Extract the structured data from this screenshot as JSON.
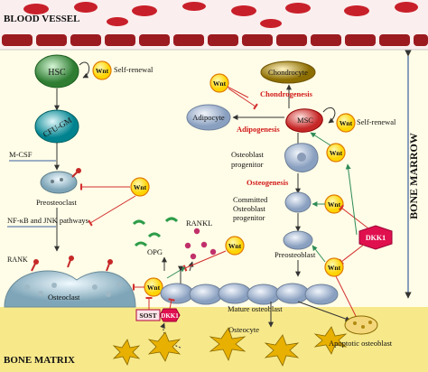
{
  "regions": {
    "blood_vessel": "BLOOD VESSEL",
    "bone_marrow": "BONE MARROW",
    "bone_matrix": "BONE MATRIX"
  },
  "cells": {
    "hsc": "HSC",
    "cfu_gm": "CFU-GM",
    "preosteoclast": "Preosteoclast",
    "osteoclast": "Osteoclast",
    "chondrocyte": "Chondrocyte",
    "adipocyte": "Adipocyte",
    "msc": "MSC",
    "osteoblast_progenitor": [
      "Osteoblast",
      "progenitor"
    ],
    "committed_progenitor": [
      "Committed",
      "Osteoblast",
      "progenitor"
    ],
    "preosteoblast": "Preosteoblast",
    "mature_osteoblast": "Mature osteoblast",
    "osteocyte": "Osteocyte",
    "apoptotic_osteoblast": "Apoptotic osteoblast"
  },
  "processes": {
    "self_renewal": "Self-renewal",
    "chondrogenesis": "Chondrogenesis",
    "adipogenesis": "Adipogenesis",
    "osteogenesis": "Osteogenesis"
  },
  "factors": {
    "wnt": "Wnt",
    "mcsf": "M-CSF",
    "nfkb": "NF-κB and JNK pathways",
    "rank": "RANK",
    "rankl": "RANKL",
    "opg": "OPG",
    "sost": "SOST",
    "dkk1": "DKK1"
  },
  "colors": {
    "matrix": "#f7e98a",
    "marrow": "#fffde7",
    "rbc": "#c8202a",
    "wnt_fill": "#ffe000",
    "wnt_border": "#e07a00",
    "dkk_fill": "#e0104e",
    "inhibit": "#d32f2f",
    "promote": "#2e8b57"
  }
}
